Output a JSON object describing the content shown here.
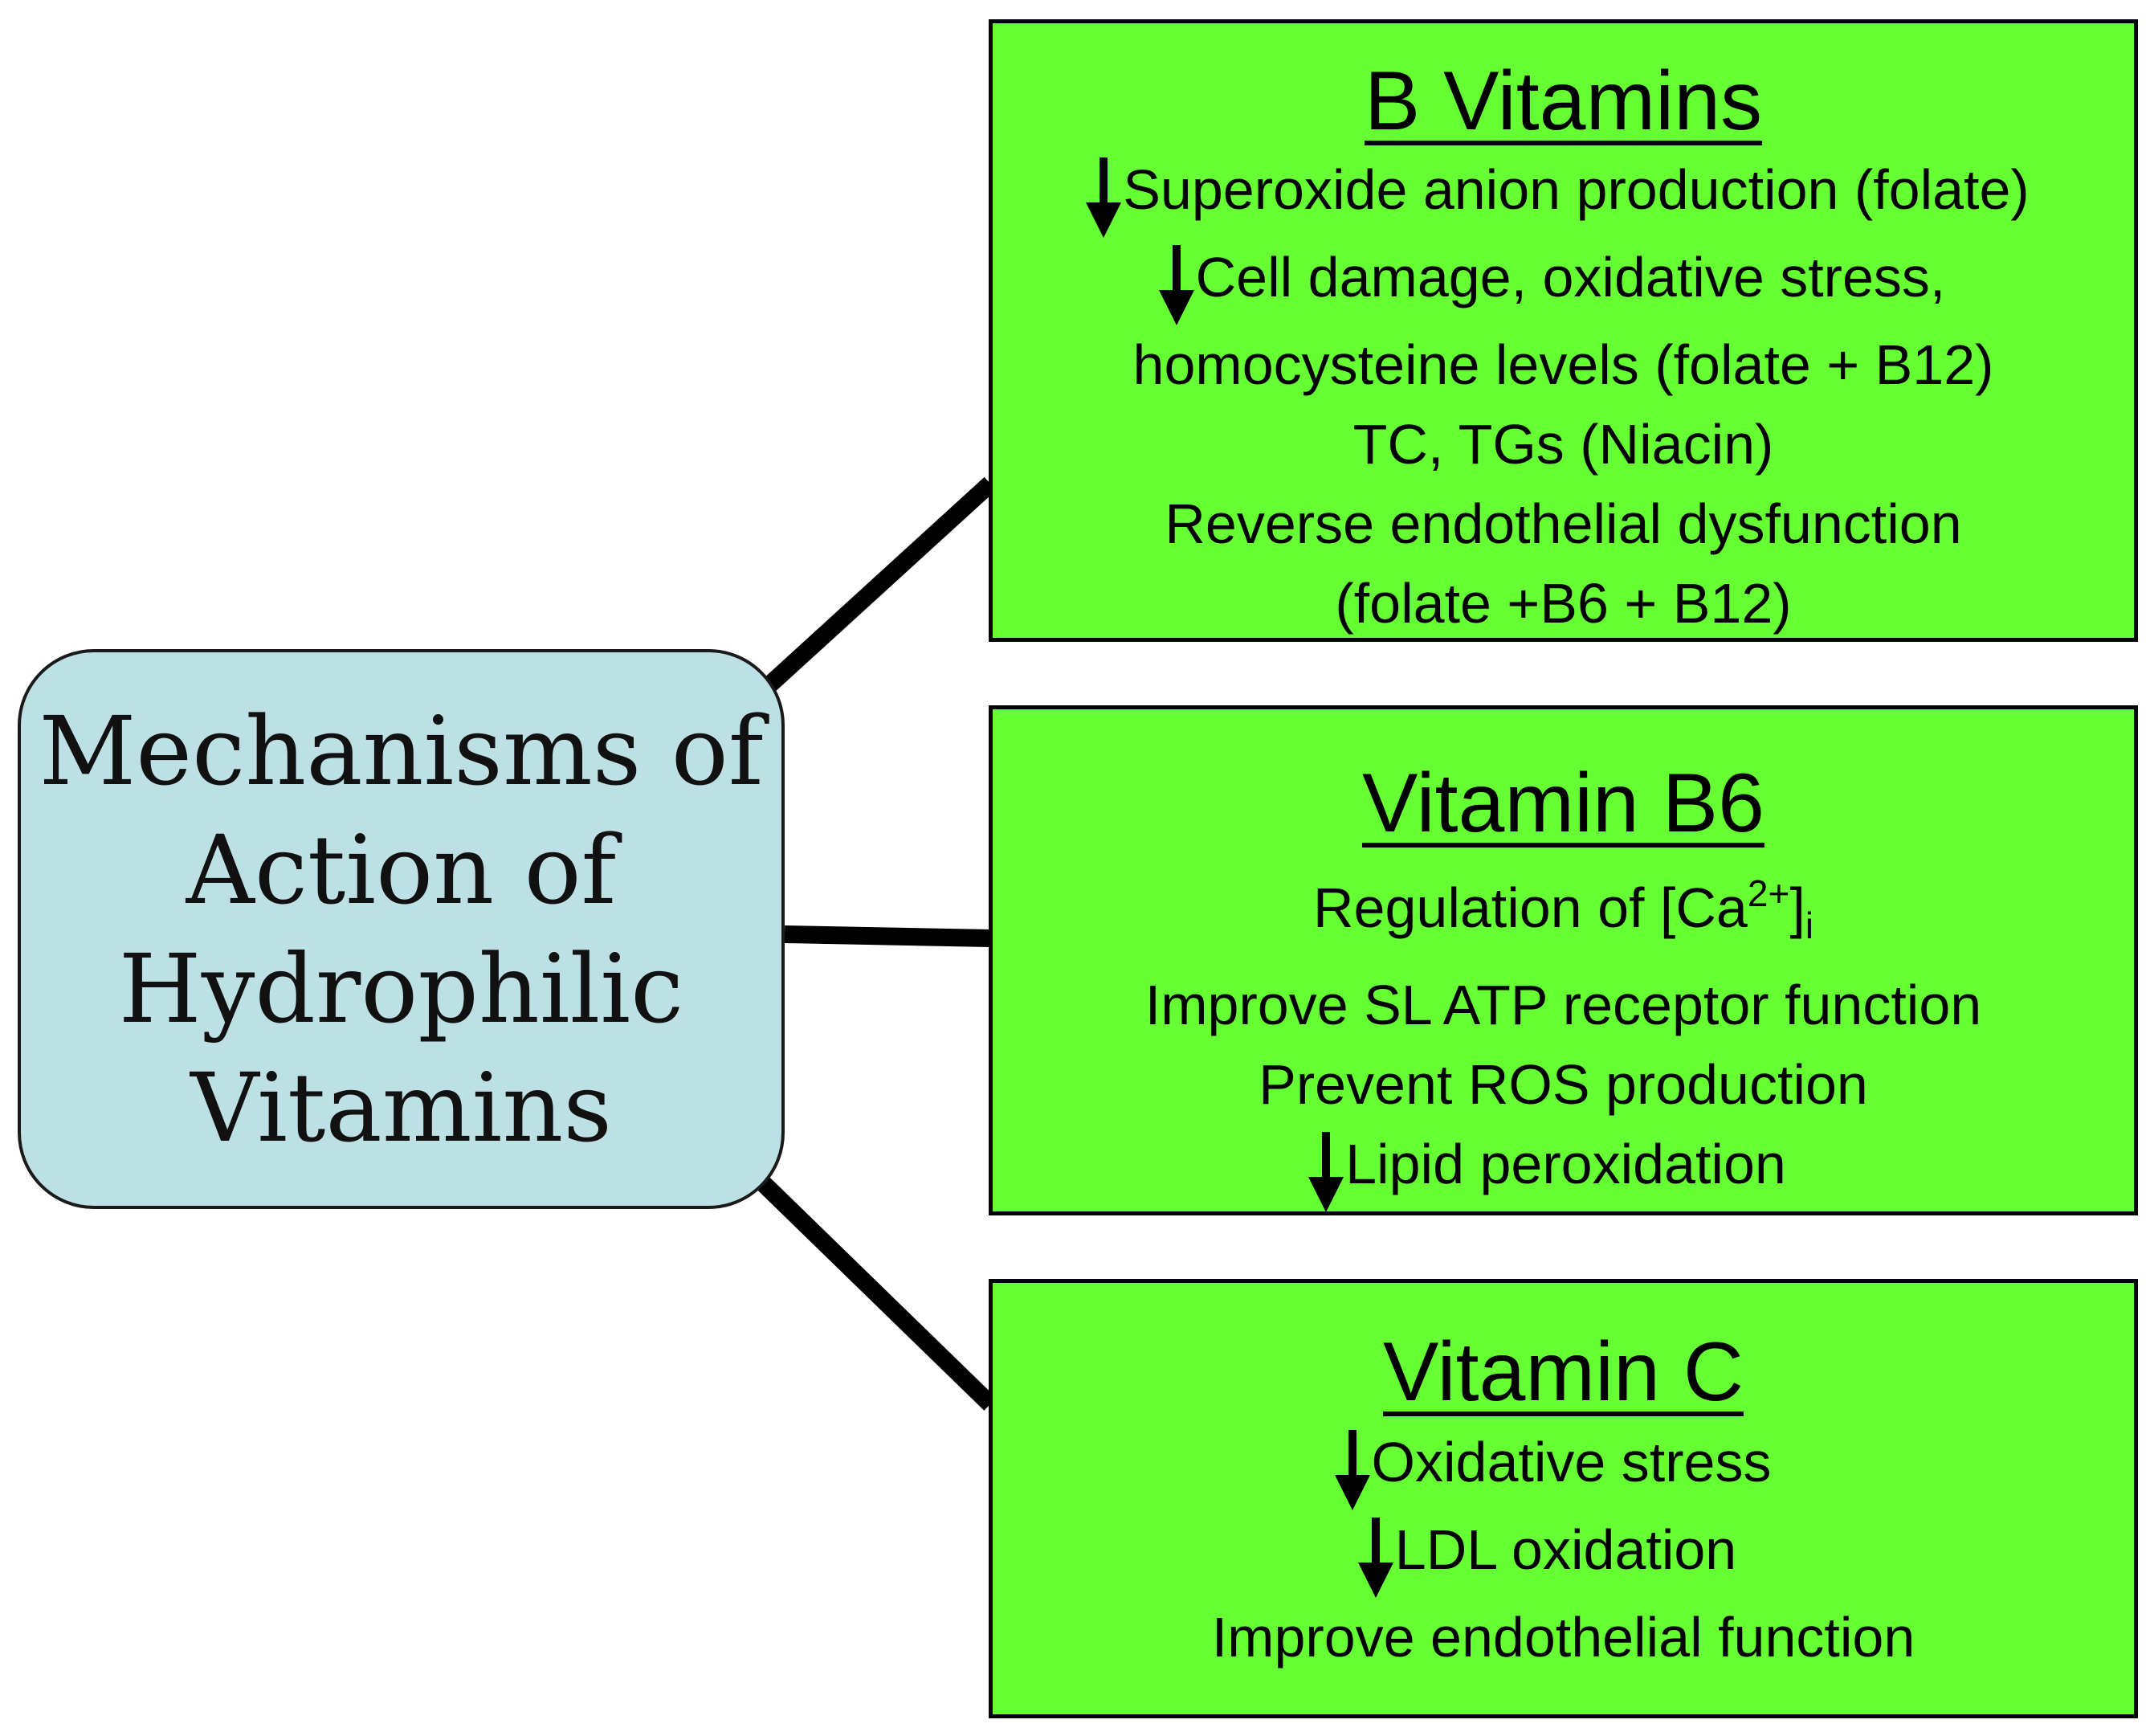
{
  "hub": {
    "lines": [
      "Mechanisms of",
      "Action of",
      "Hydrophilic",
      "Vitamins"
    ]
  },
  "boxes": {
    "b": {
      "title": "B Vitamins",
      "lines": [
        "Superoxide anion production (folate)",
        "Cell damage, oxidative stress,",
        "homocysteine levels (folate + B12)",
        "TC, TGs (Niacin)",
        "Reverse endothelial dysfunction",
        "(folate +B6 + B12)"
      ]
    },
    "b6": {
      "title": "Vitamin B6",
      "line1_prefix": "Regulation of [Ca",
      "line1_sup": "2+",
      "line1_close": "]",
      "line1_sub": "i",
      "lines": [
        "Improve SL ATP receptor function",
        "Prevent ROS production",
        "Lipid peroxidation"
      ]
    },
    "c": {
      "title": "Vitamin C",
      "lines": [
        "Oxidative stress",
        "LDL oxidation",
        "Improve endothelial function"
      ]
    }
  },
  "icons": {
    "decrease": "down-arrow-icon"
  },
  "colors": {
    "hub_fill": "#bde0e4",
    "box_fill": "#66ff33",
    "connector": "#000000"
  }
}
